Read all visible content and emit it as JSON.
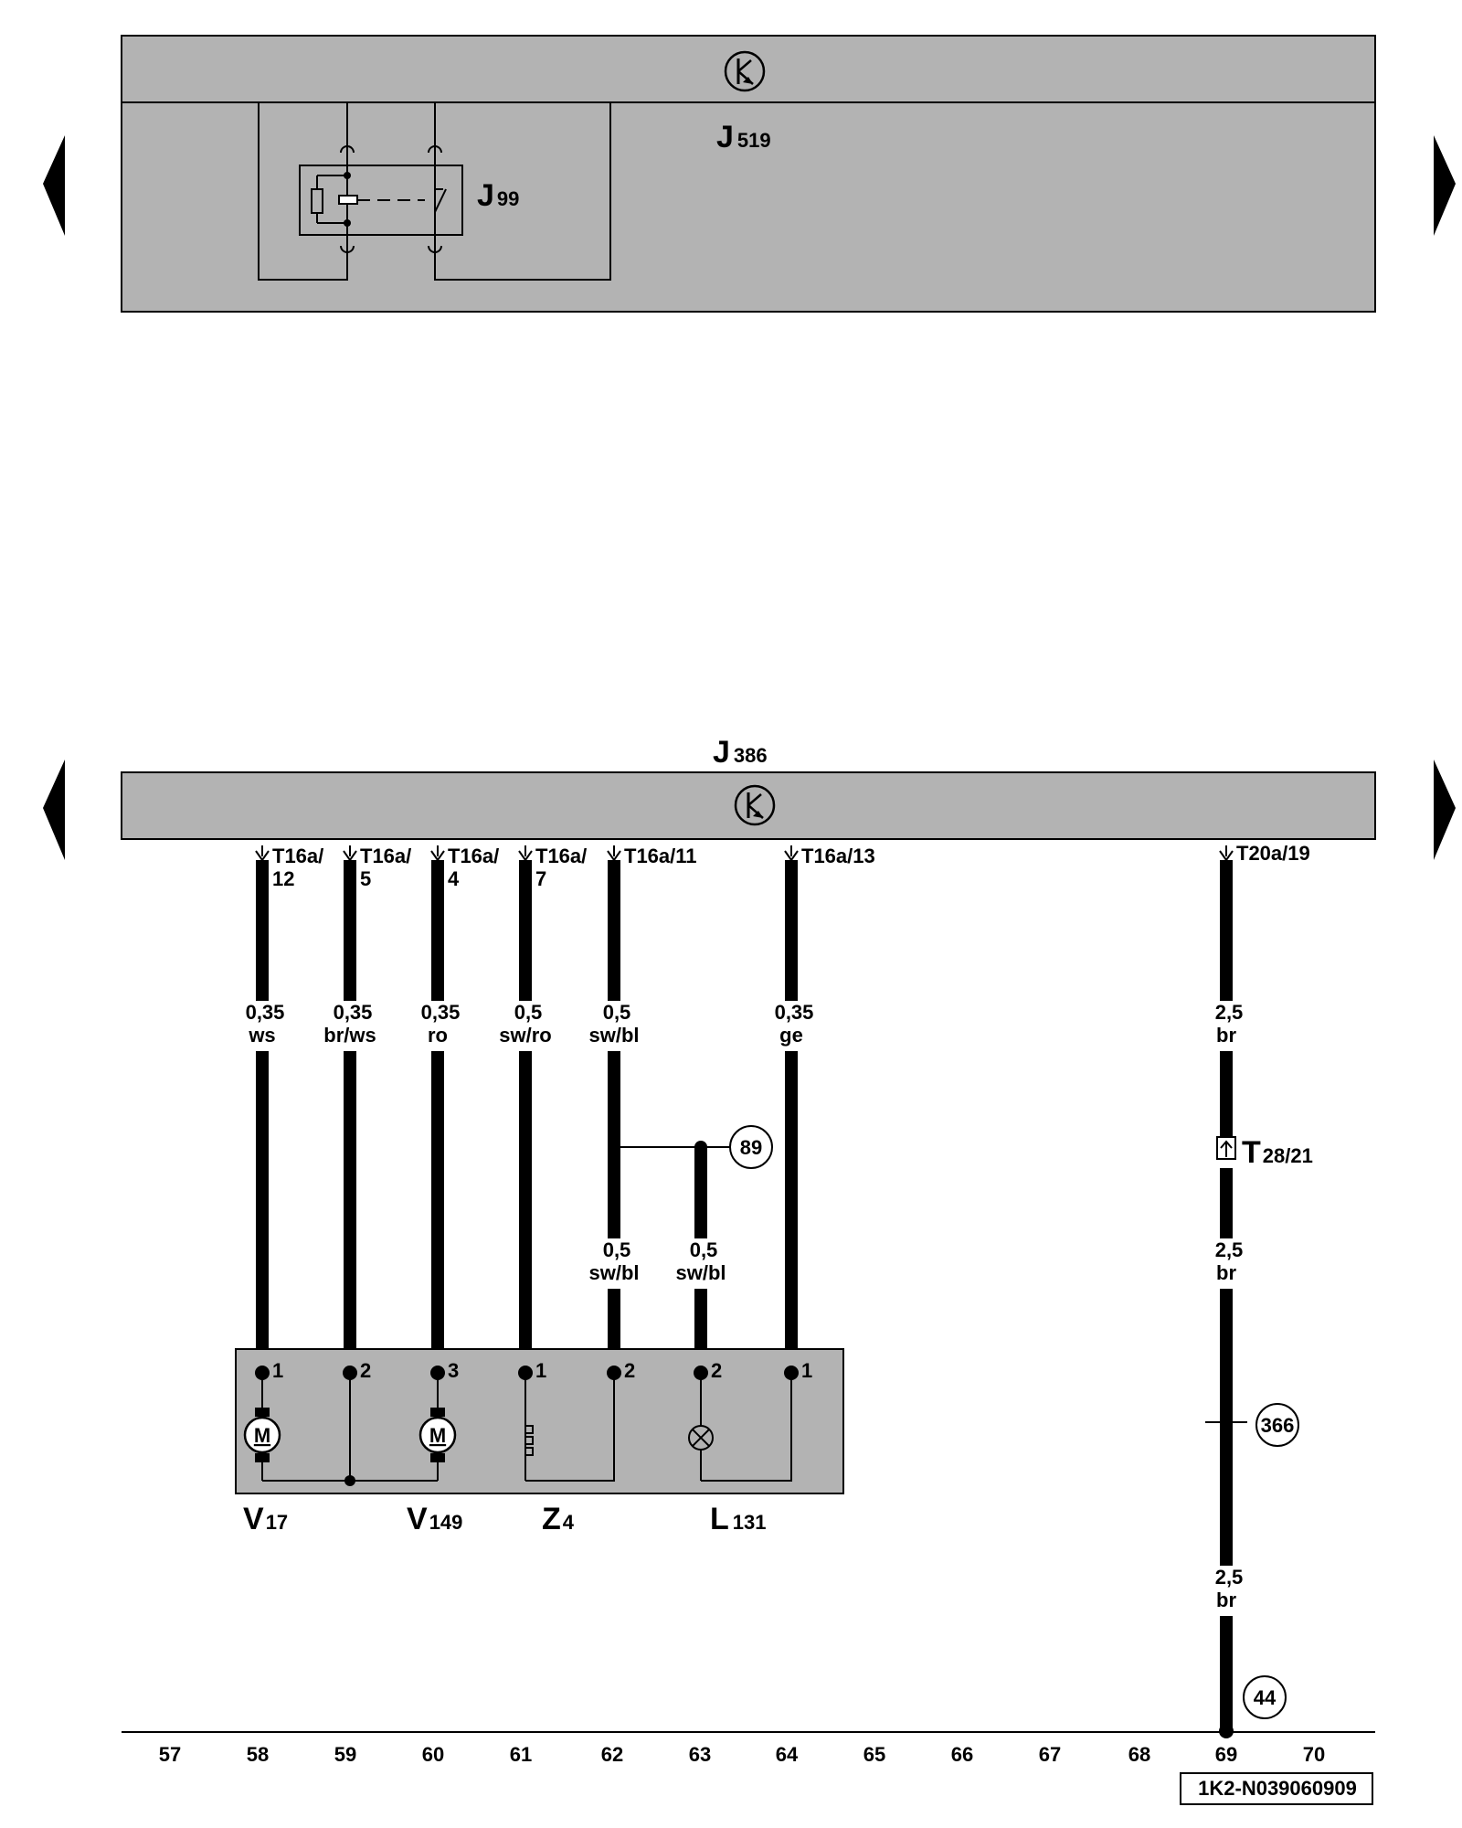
{
  "components": {
    "j519": {
      "main": "J",
      "sub": "519"
    },
    "j99": {
      "main": "J",
      "sub": "99"
    },
    "j386": {
      "main": "J",
      "sub": "386"
    },
    "v17": {
      "main": "V",
      "sub": "17"
    },
    "v149": {
      "main": "V",
      "sub": "149"
    },
    "z4": {
      "main": "Z",
      "sub": "4"
    },
    "l131": {
      "main": "L",
      "sub": "131"
    },
    "t28": {
      "main": "T",
      "sub": "28/21"
    }
  },
  "connectors": {
    "t16a12": [
      "T16a/",
      "12"
    ],
    "t16a5": [
      "T16a/",
      "5"
    ],
    "t16a4": [
      "T16a/",
      "4"
    ],
    "t16a7": [
      "T16a/",
      "7"
    ],
    "t16a11": "T16a/11",
    "t16a13": "T16a/13",
    "t20a19": "T20a/19"
  },
  "wires": {
    "w58": [
      "0,35",
      "ws"
    ],
    "w59": [
      "0,35",
      "br/ws"
    ],
    "w60": [
      "0,35",
      "ro"
    ],
    "w61": [
      "0,5",
      "sw/ro"
    ],
    "w62": [
      "0,5",
      "sw/bl"
    ],
    "w64": [
      "0,35",
      "ge"
    ],
    "w62b": [
      "0,5",
      "sw/bl"
    ],
    "w63": [
      "0,5",
      "sw/bl"
    ],
    "w69a": [
      "2,5",
      "br"
    ],
    "w69b": [
      "2,5",
      "br"
    ],
    "w69c": [
      "2,5",
      "br"
    ]
  },
  "pins": {
    "v17_1": "1",
    "v17_2": "2",
    "v149_3": "3",
    "z4_1": "1",
    "z4_2": "2",
    "l131_2": "2",
    "l131_1": "1"
  },
  "refs": {
    "r89": "89",
    "r366": "366",
    "r44": "44"
  },
  "motor_label": "M",
  "columns": [
    "57",
    "58",
    "59",
    "60",
    "61",
    "62",
    "63",
    "64",
    "65",
    "66",
    "67",
    "68",
    "69",
    "70"
  ],
  "footer_code": "1K2-N039060909"
}
